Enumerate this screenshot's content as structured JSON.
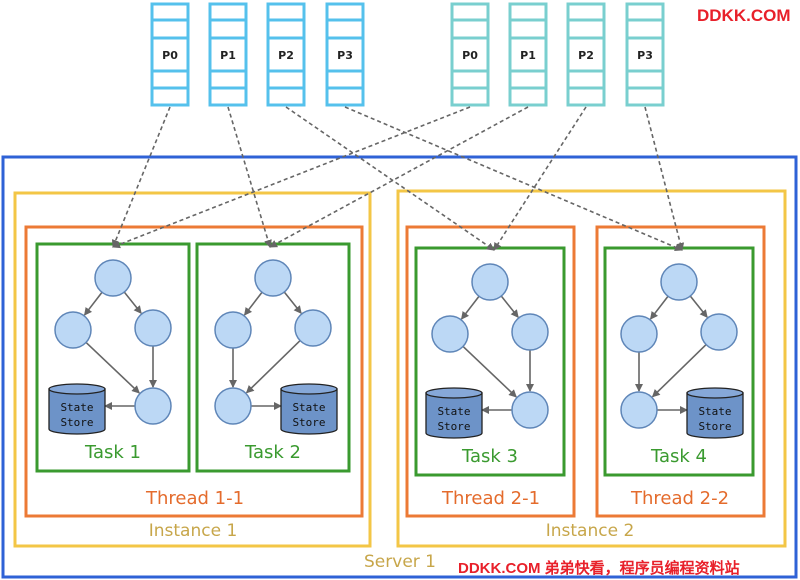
{
  "watermark_top": "DDKK.COM",
  "watermark_bottom": "DDKK.COM 弟弟快看，程序员编程资料站",
  "server": {
    "label": "Server 1"
  },
  "topic_groups": [
    {
      "color": "#55c1ec",
      "partitions": [
        "P0",
        "P1",
        "P2",
        "P3"
      ]
    },
    {
      "color": "#79cfcf",
      "partitions": [
        "P0",
        "P1",
        "P2",
        "P3"
      ]
    }
  ],
  "instances": [
    {
      "label": "Instance 1",
      "threads": [
        {
          "label": "Thread 1-1",
          "tasks": [
            {
              "label": "Task 1"
            },
            {
              "label": "Task 2"
            }
          ]
        }
      ]
    },
    {
      "label": "Instance 2",
      "threads": [
        {
          "label": "Thread 2-1",
          "tasks": [
            {
              "label": "Task 3"
            }
          ]
        },
        {
          "label": "Thread 2-2",
          "tasks": [
            {
              "label": "Task 4"
            }
          ]
        }
      ]
    }
  ],
  "state_store": {
    "line1": "State",
    "line2": "Store"
  },
  "colors": {
    "server_border": "#2f62d6",
    "instance_border": "#f3c646",
    "instance_text": "#c7a64a",
    "thread_border": "#ec7a35",
    "thread_text": "#e46b2c",
    "task_border": "#3a9a2f",
    "task_text": "#3a9a2f",
    "node_fill": "#bcd8f5",
    "node_stroke": "#5f86b8",
    "store_fill": "#6d93c8",
    "arrow": "#666666"
  }
}
